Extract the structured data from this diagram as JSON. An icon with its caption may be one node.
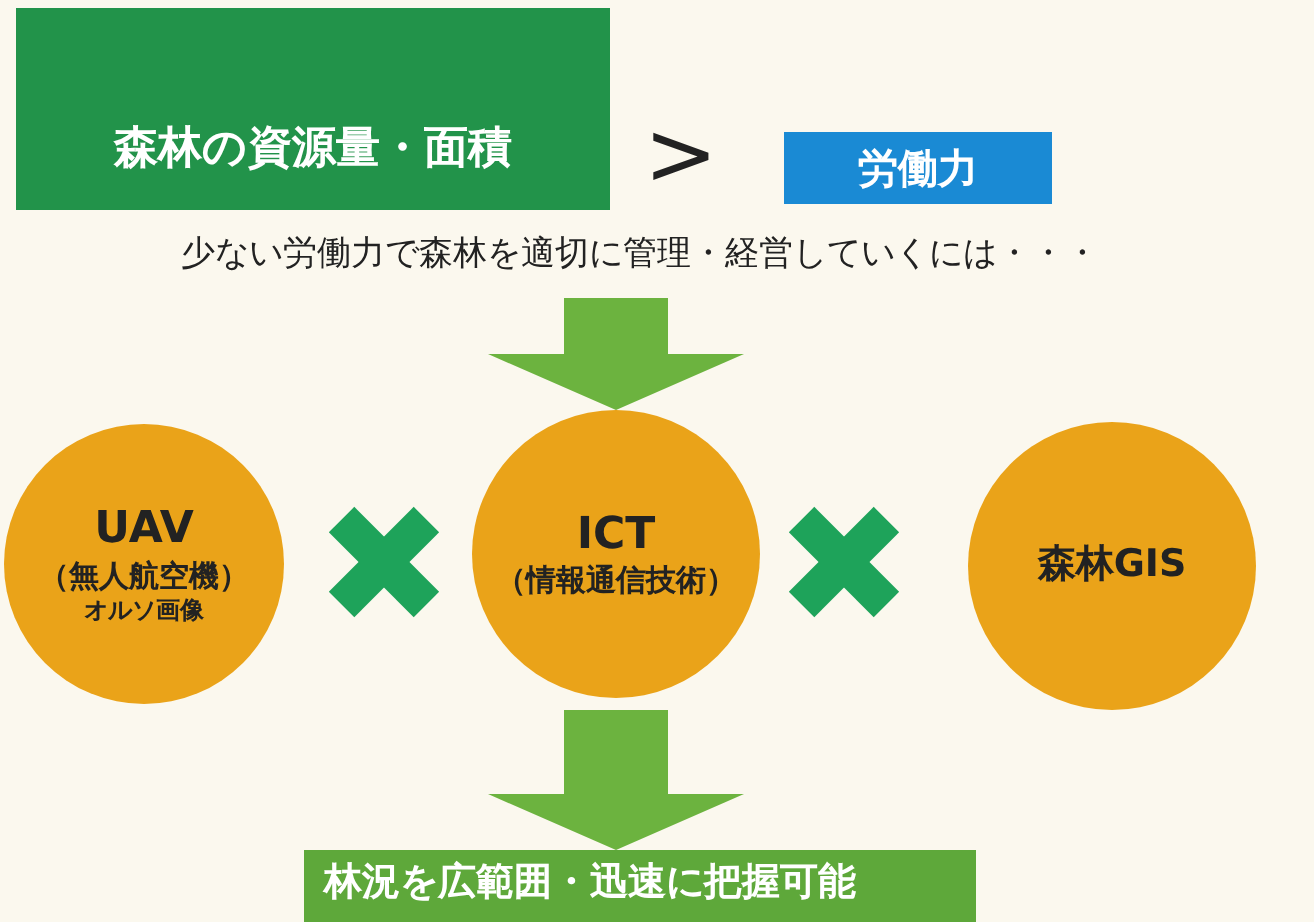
{
  "diagram": {
    "nodes": [
      {
        "text": [
          "森林の資源量・面積"
        ]
      },
      {
        "text": [
          "労働力"
        ]
      },
      {
        "text": [
          "少ない労働力で森林を適切に管理・経営していくには・・・"
        ]
      },
      {
        "text": [
          "UAV",
          "（無人航空機）",
          "オルソ画像"
        ]
      },
      {
        "text": [
          "ICT",
          "（情報通信技術）"
        ]
      },
      {
        "text": [
          "森林GIS"
        ]
      },
      {
        "text": [
          "林況を広範囲・迅速に把握可能"
        ]
      }
    ],
    "edges": [
      {
        "from": 2,
        "to": 4,
        "arrow": "to",
        "style": "thick"
      },
      {
        "from": 4,
        "to": 6,
        "arrow": "to",
        "style": "thick"
      }
    ],
    "labels": [
      ">"
    ]
  }
}
